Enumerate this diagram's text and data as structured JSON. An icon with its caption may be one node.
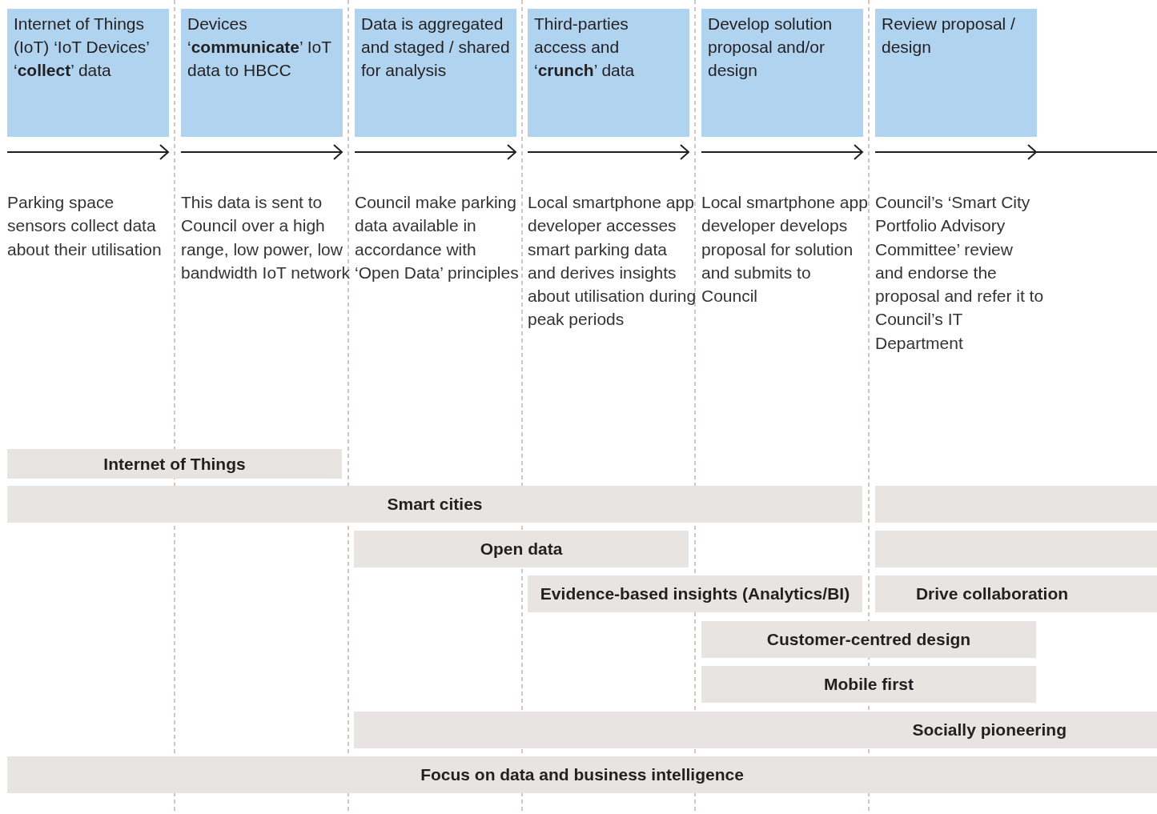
{
  "diagram": {
    "nodes": [
      {
        "text": [
          "Internet of Things (IoT) ‘IoT Devices’ ‘**collect**’ data"
        ],
        "beside": [
          "Parking space sensors collect data about their utilisation"
        ]
      },
      {
        "text": [
          "Devices ‘**communicate**’ IoT data to HBCC"
        ],
        "beside": [
          "This data is sent to Council over a high range, low power, low bandwidth IoT network"
        ]
      },
      {
        "text": [
          "Data is aggregated and staged / shared for analysis"
        ],
        "beside": [
          "Council make parking data available in accordance with ‘Open Data’ principles"
        ]
      },
      {
        "text": [
          "Third-parties access and ‘**crunch**’ data"
        ],
        "beside": [
          "Local smartphone app developer accesses smart parking data and derives insights about utilisation during peak periods"
        ]
      },
      {
        "text": [
          "Develop solution proposal and/or design"
        ],
        "beside": [
          "Local smartphone app developer develops proposal for solution and submits to Council"
        ]
      },
      {
        "text": [
          "Review proposal / design"
        ],
        "beside": [
          "Council’s ‘Smart City Portfolio Advisory Committee’ review and endorse the proposal and refer it to Council’s IT Department"
        ]
      },
      {
        "text": [
          "Internet of Things"
        ]
      },
      {
        "text": [
          "Smart cities"
        ]
      },
      {
        "text": [],
        "shape": "bar"
      },
      {
        "text": [
          "Open data"
        ]
      },
      {
        "text": [],
        "shape": "bar"
      },
      {
        "text": [
          "Evidence-based insights (Analytics/BI)"
        ]
      },
      {
        "text": [
          "Drive collaboration"
        ]
      },
      {
        "text": [
          "Customer-centred design"
        ]
      },
      {
        "text": [
          "Mobile first"
        ]
      },
      {
        "text": [
          "Socially pioneering"
        ]
      },
      {
        "text": [
          "Focus on data and business intelligence"
        ]
      }
    ]
  }
}
